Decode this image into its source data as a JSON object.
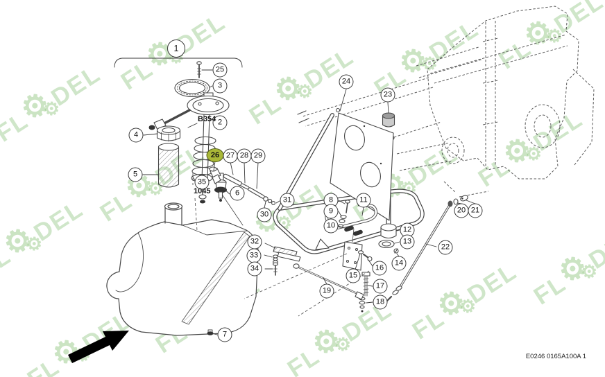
{
  "figure": {
    "code": "E0246 0165A100A 1"
  },
  "reference_labels": {
    "sender_ref": "B354",
    "tank_ref": "1045"
  },
  "watermark": {
    "prefix": "FL",
    "suffix": "DEL"
  },
  "icons": {
    "watermark_gear": "⚙",
    "direction_arrow": "northeast-solid-arrow"
  },
  "highlight": {
    "selected_callout": "26",
    "color": "#a9b837"
  },
  "colors": {
    "line_art": "#474747",
    "dashed_reference": "#5a5a5a",
    "watermark_green": "#82be70",
    "highlight_olive": "#a9b837"
  },
  "callouts": {
    "c1": "1",
    "c2": "2",
    "c3": "3",
    "c4": "4",
    "c5": "5",
    "c6": "6",
    "c7": "7",
    "c8": "8",
    "c9": "9",
    "c10": "10",
    "c11": "11",
    "c12": "12",
    "c13": "13",
    "c14": "14",
    "c15": "15",
    "c16": "16",
    "c17": "17",
    "c18": "18",
    "c19": "19",
    "c20": "20",
    "c21": "21",
    "c22": "22",
    "c23": "23",
    "c24": "24",
    "c25": "25",
    "c26": "26",
    "c27": "27",
    "c28": "28",
    "c29": "29",
    "c30": "30",
    "c31": "31",
    "c32": "32",
    "c33": "33",
    "c34": "34",
    "c35": "35"
  }
}
